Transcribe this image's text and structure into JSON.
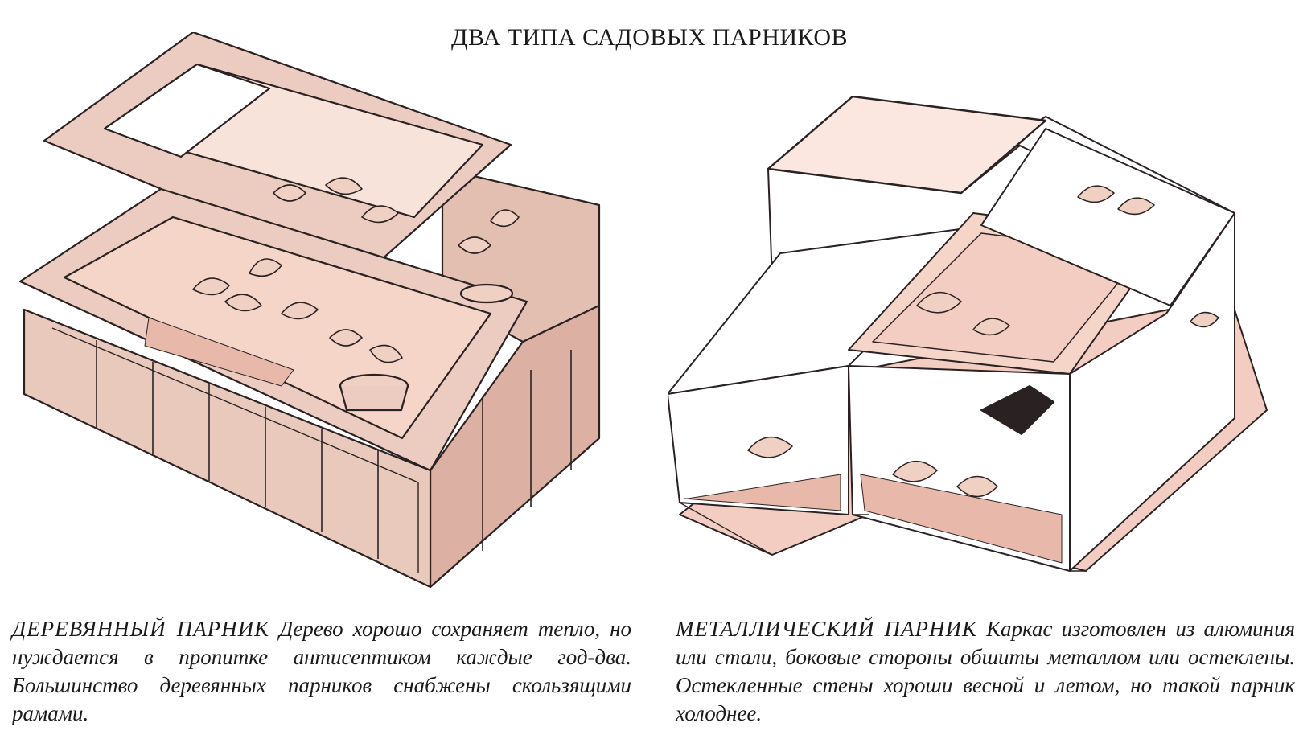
{
  "title": "ДВА ТИПА САДОВЫХ ПАРНИКОВ",
  "wood": {
    "caption_lead": "ДЕРЕВЯННЫЙ ПАРНИК",
    "caption_text": "Дерево хорошо сохраняет тепло, но нуждается в пропитке антисептиком каждые год-два. Большинство деревянных парников снабжены скользящими рамами."
  },
  "metal": {
    "caption_lead": "МЕТАЛЛИЧЕСКИЙ ПАРНИК",
    "caption_text": "Каркас изготовлен из алюминия или стали, боковые стороны обшиты металлом или остеклены. Остекленные стены хороши весной и летом, но такой парник холоднее."
  },
  "colors": {
    "wood_fill": "#e9c9bc",
    "wood_dark": "#d7ada0",
    "glass_fill": "#f6d5c9",
    "line": "#2a2222",
    "soil": "#e8b8aa"
  }
}
